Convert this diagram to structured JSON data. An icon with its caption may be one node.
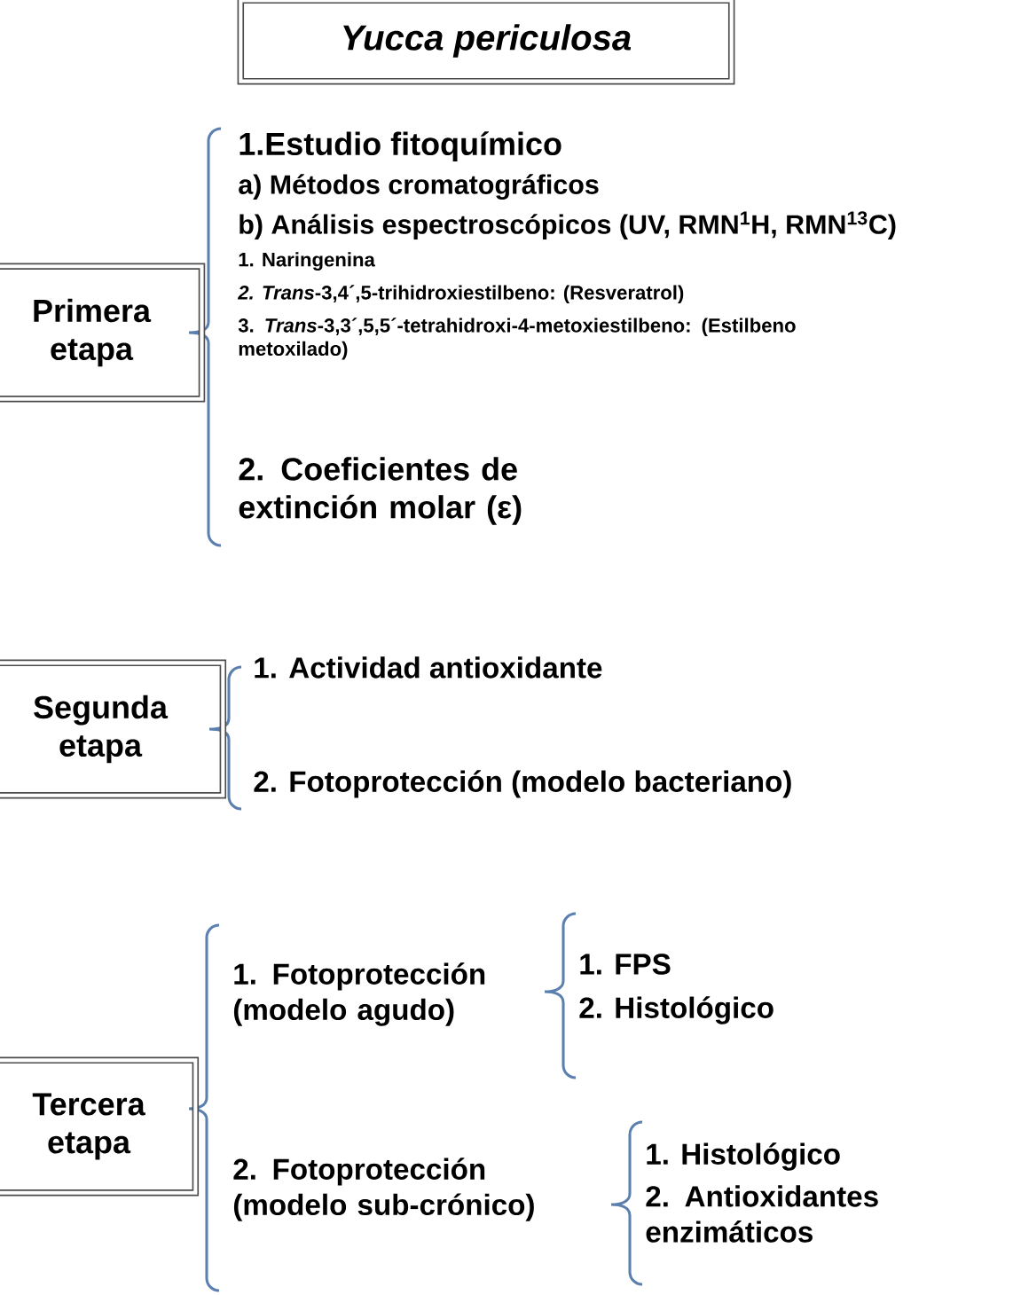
{
  "diagram": {
    "title": "Yucca periculosa",
    "nodes": [
      {
        "text": [
          "Primera etapa"
        ]
      },
      {
        "text": [
          "Segunda etapa"
        ]
      },
      {
        "text": [
          "Tercera etapa"
        ]
      }
    ],
    "labels": [
      "1.Estudio fitoquímico",
      "a) Métodos cromatográficos",
      "b) Análisis espectroscópicos (UV, RMN$^{1}$H, RMN$^{13}$C)",
      "1. Naringenina",
      "*2. Trans*-3,4´,5-trihidroxiestilbeno: (Resveratrol)",
      "3. *Trans*-3,3´,5,5´-tetrahidroxi-4-metoxiestilbeno: (Estilbeno metoxilado)",
      "2. Coeficientes de extinción molar (ε)",
      "1. Actividad antioxidante",
      "2. Fotoprotección (modelo bacteriano)",
      "1. Fotoprotección (modelo agudo)",
      "1. FPS",
      "2. Histológico",
      "2. Fotoprotección (modelo sub-crónico)",
      "1. Histológico",
      "2. Antioxidantes enzimáticos"
    ]
  }
}
